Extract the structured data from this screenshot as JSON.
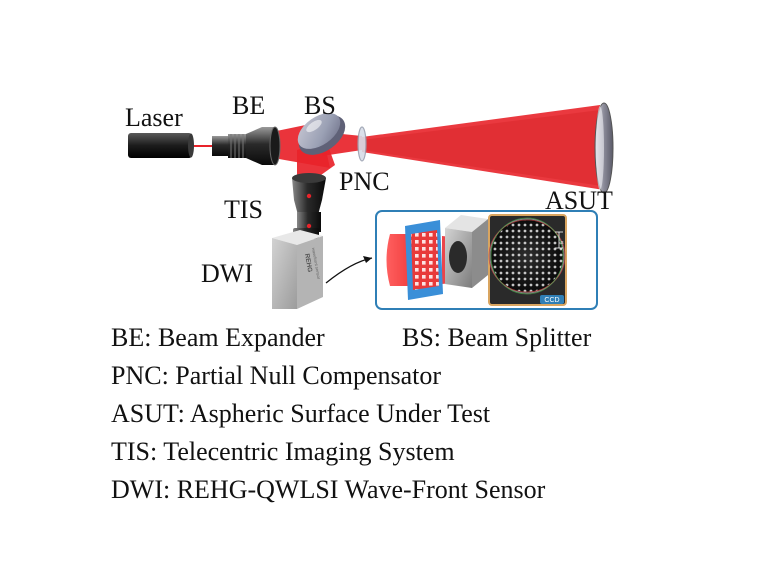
{
  "labels": {
    "laser": "Laser",
    "be": "BE",
    "bs": "BS",
    "pnc": "PNC",
    "asut": "ASUT",
    "tis": "TIS",
    "dwi": "DWI",
    "sensor_brand": "REHG",
    "sensor_subtitle": "wavefront sensor",
    "ccd": "CCD"
  },
  "legend": {
    "be": "BE: Beam Expander",
    "bs": "BS: Beam Splitter",
    "pnc": "PNC: Partial Null Compensator",
    "asut": "ASUT: Aspheric Surface Under Test",
    "tis": "TIS: Telecentric Imaging System",
    "dwi": "DWI: REHG-QWLSI Wave-Front Sensor"
  },
  "colors": {
    "beam": "#e8232a",
    "grating": "#3a8fd8",
    "inset_border": "#2f7fb6",
    "ccd_frame": "#d9a560"
  }
}
